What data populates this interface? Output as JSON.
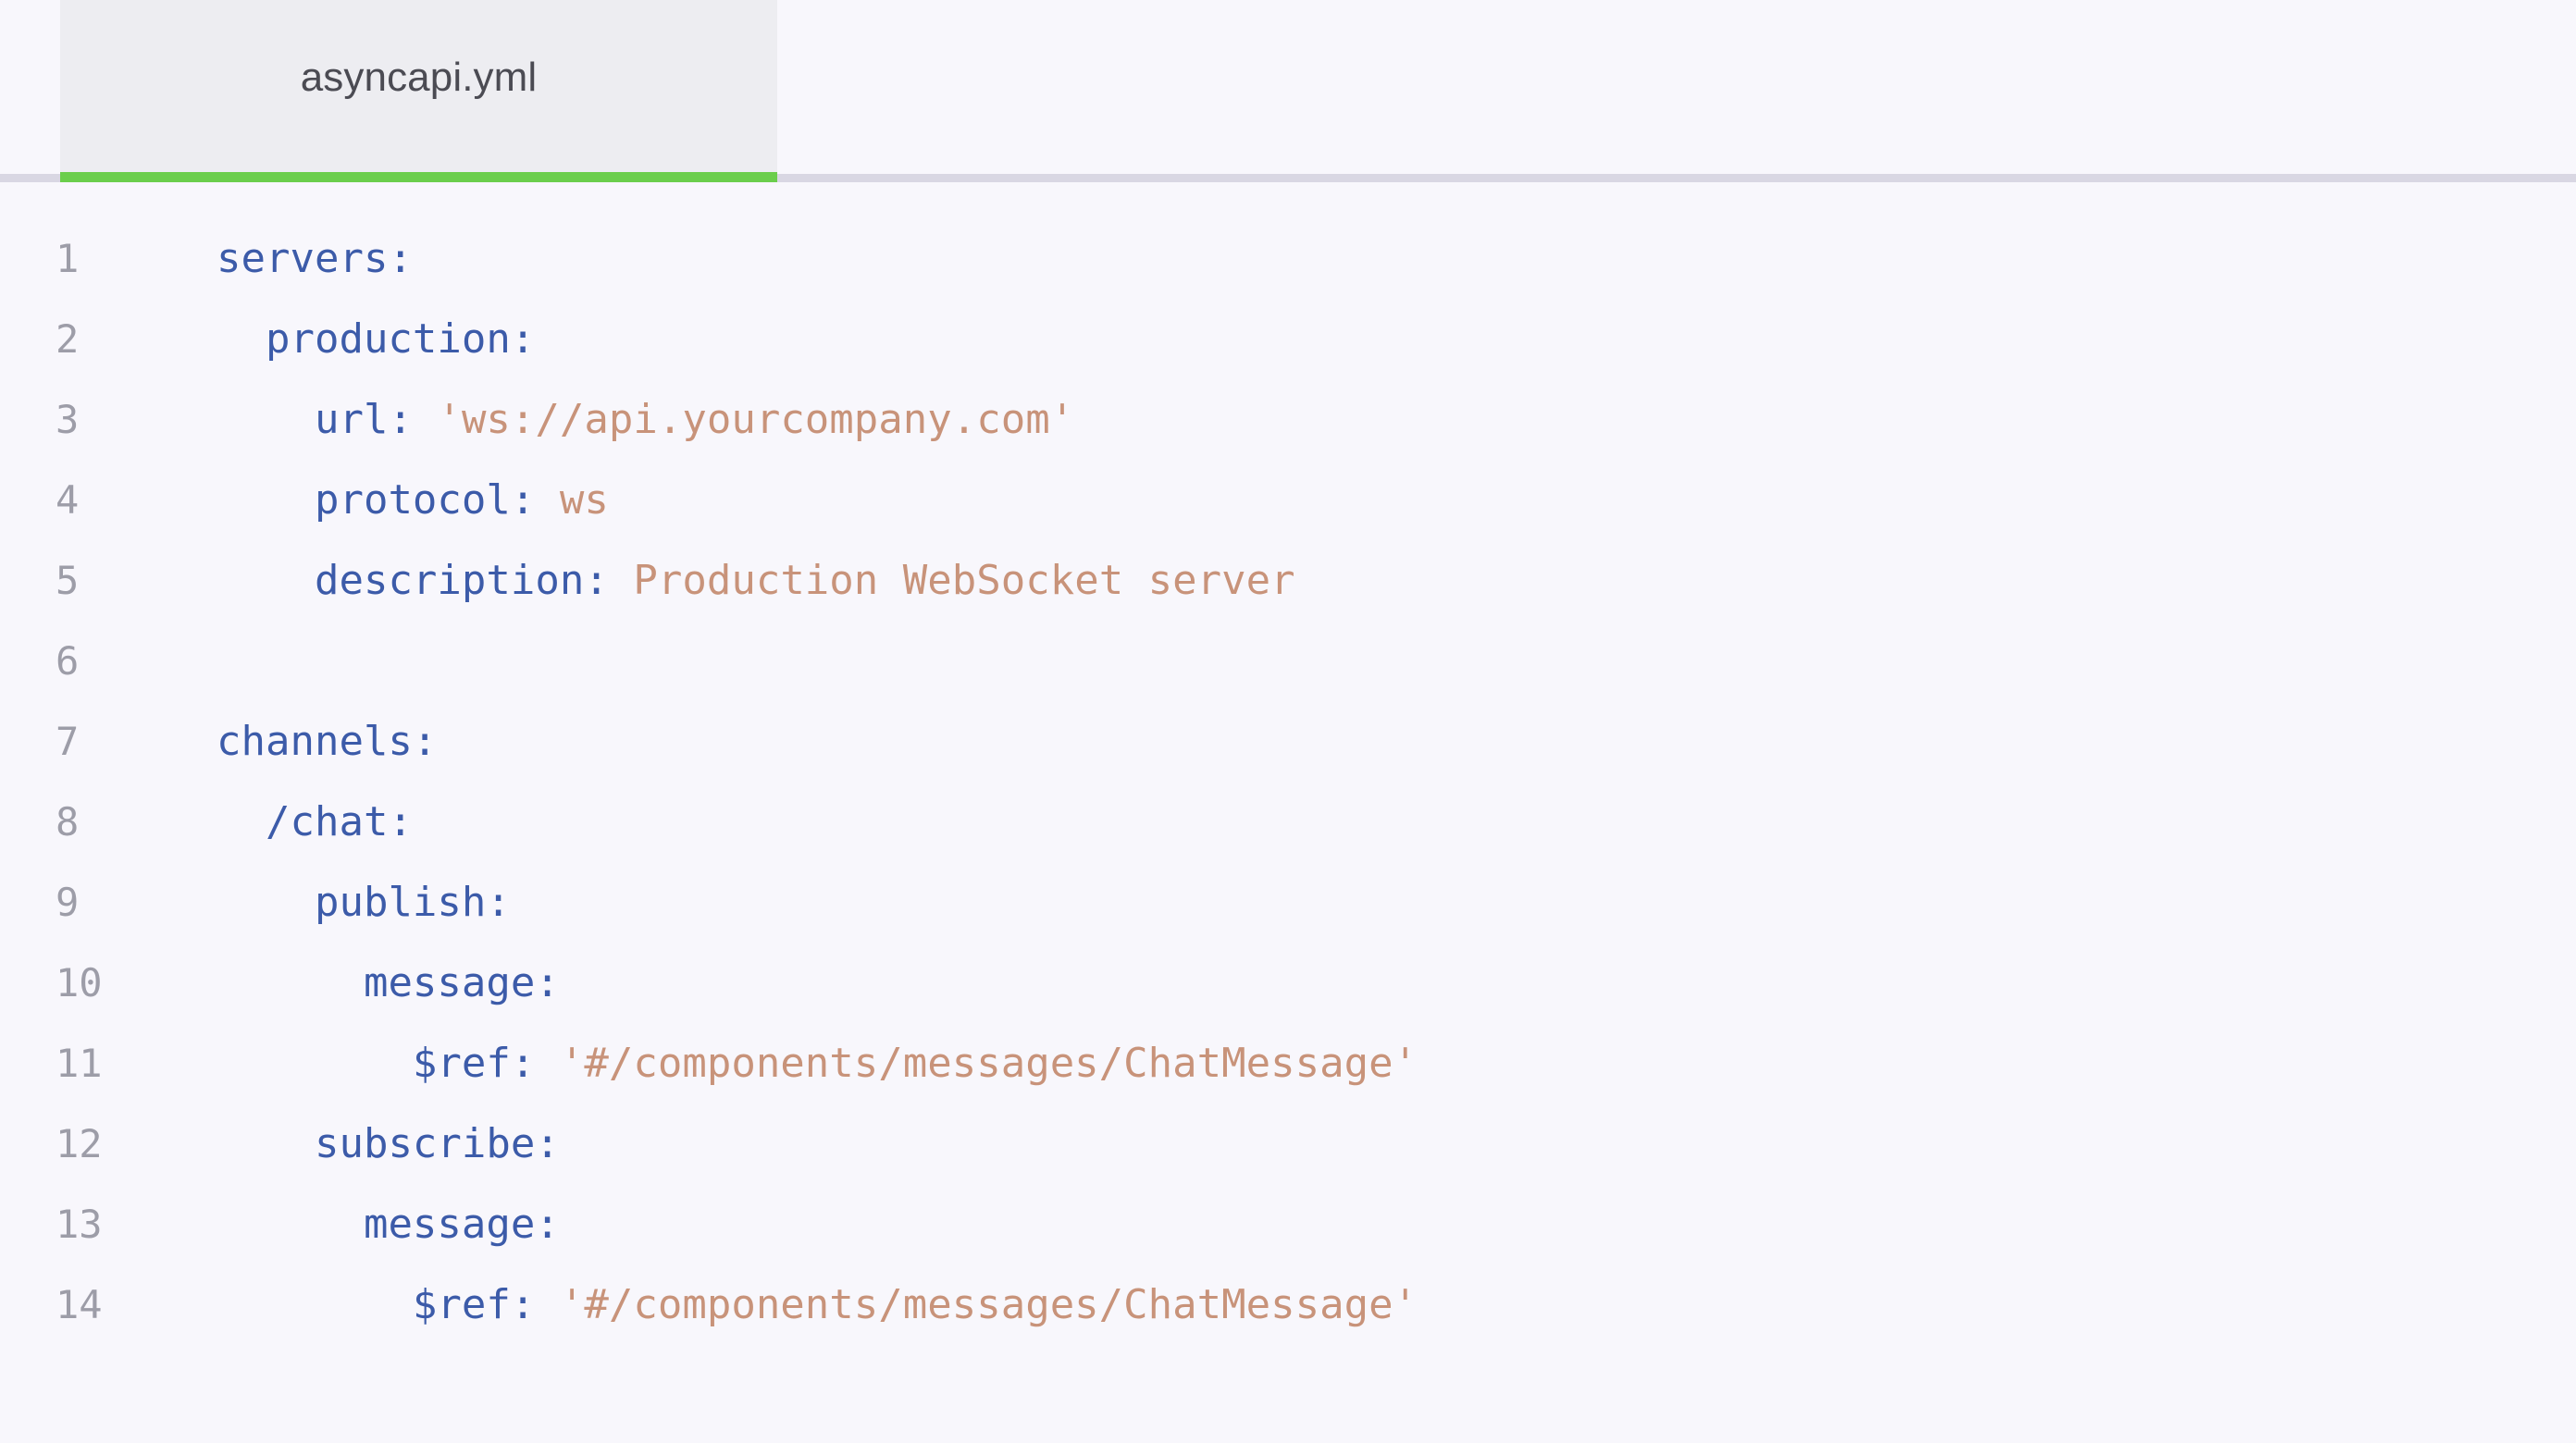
{
  "tab": {
    "label": "asyncapi.yml",
    "active": true,
    "accent_color": "#6bce4c",
    "background_color": "#ededf1",
    "text_color": "#4b4b53"
  },
  "editor": {
    "background_color": "#f8f7fc",
    "divider_color": "#d9d7e3",
    "gutter_text_color": "#9d9da8",
    "key_color": "#3c5ba9",
    "string_color": "#c8937a",
    "language": "yaml",
    "line_numbers": [
      "1",
      "2",
      "3",
      "4",
      "5",
      "6",
      "7",
      "8",
      "9",
      "10",
      "11",
      "12",
      "13",
      "14"
    ],
    "lines": [
      {
        "number": "1",
        "indent": 0,
        "tokens": [
          {
            "t": "servers",
            "c": "key"
          },
          {
            "t": ":",
            "c": "punct"
          }
        ]
      },
      {
        "number": "2",
        "indent": 1,
        "tokens": [
          {
            "t": "production",
            "c": "key"
          },
          {
            "t": ":",
            "c": "punct"
          }
        ]
      },
      {
        "number": "3",
        "indent": 2,
        "tokens": [
          {
            "t": "url",
            "c": "key"
          },
          {
            "t": ":",
            "c": "punct"
          },
          {
            "t": " ",
            "c": "plain"
          },
          {
            "t": "'ws://api.yourcompany.com'",
            "c": "str"
          }
        ]
      },
      {
        "number": "4",
        "indent": 2,
        "tokens": [
          {
            "t": "protocol",
            "c": "key"
          },
          {
            "t": ":",
            "c": "punct"
          },
          {
            "t": " ",
            "c": "plain"
          },
          {
            "t": "ws",
            "c": "str"
          }
        ]
      },
      {
        "number": "5",
        "indent": 2,
        "tokens": [
          {
            "t": "description",
            "c": "key"
          },
          {
            "t": ":",
            "c": "punct"
          },
          {
            "t": " ",
            "c": "plain"
          },
          {
            "t": "Production WebSocket server",
            "c": "str"
          }
        ]
      },
      {
        "number": "6",
        "indent": 0,
        "tokens": []
      },
      {
        "number": "7",
        "indent": 0,
        "tokens": [
          {
            "t": "channels",
            "c": "key"
          },
          {
            "t": ":",
            "c": "punct"
          }
        ]
      },
      {
        "number": "8",
        "indent": 1,
        "tokens": [
          {
            "t": "/chat",
            "c": "key"
          },
          {
            "t": ":",
            "c": "punct"
          }
        ]
      },
      {
        "number": "9",
        "indent": 2,
        "tokens": [
          {
            "t": "publish",
            "c": "key"
          },
          {
            "t": ":",
            "c": "punct"
          }
        ]
      },
      {
        "number": "10",
        "indent": 3,
        "tokens": [
          {
            "t": "message",
            "c": "key"
          },
          {
            "t": ":",
            "c": "punct"
          }
        ]
      },
      {
        "number": "11",
        "indent": 4,
        "tokens": [
          {
            "t": "$ref",
            "c": "key"
          },
          {
            "t": ":",
            "c": "punct"
          },
          {
            "t": " ",
            "c": "plain"
          },
          {
            "t": "'#/components/messages/ChatMessage'",
            "c": "str"
          }
        ]
      },
      {
        "number": "12",
        "indent": 2,
        "tokens": [
          {
            "t": "subscribe",
            "c": "key"
          },
          {
            "t": ":",
            "c": "punct"
          }
        ]
      },
      {
        "number": "13",
        "indent": 3,
        "tokens": [
          {
            "t": "message",
            "c": "key"
          },
          {
            "t": ":",
            "c": "punct"
          }
        ]
      },
      {
        "number": "14",
        "indent": 4,
        "tokens": [
          {
            "t": "$ref",
            "c": "key"
          },
          {
            "t": ":",
            "c": "punct"
          },
          {
            "t": " ",
            "c": "plain"
          },
          {
            "t": "'#/components/messages/ChatMessage'",
            "c": "str"
          }
        ]
      }
    ],
    "raw_text": "servers:\n  production:\n    url: 'ws://api.yourcompany.com'\n    protocol: ws\n    description: Production WebSocket server\n\nchannels:\n  /chat:\n    publish:\n      message:\n        $ref: '#/components/messages/ChatMessage'\n    subscribe:\n      message:\n        $ref: '#/components/messages/ChatMessage'"
  }
}
